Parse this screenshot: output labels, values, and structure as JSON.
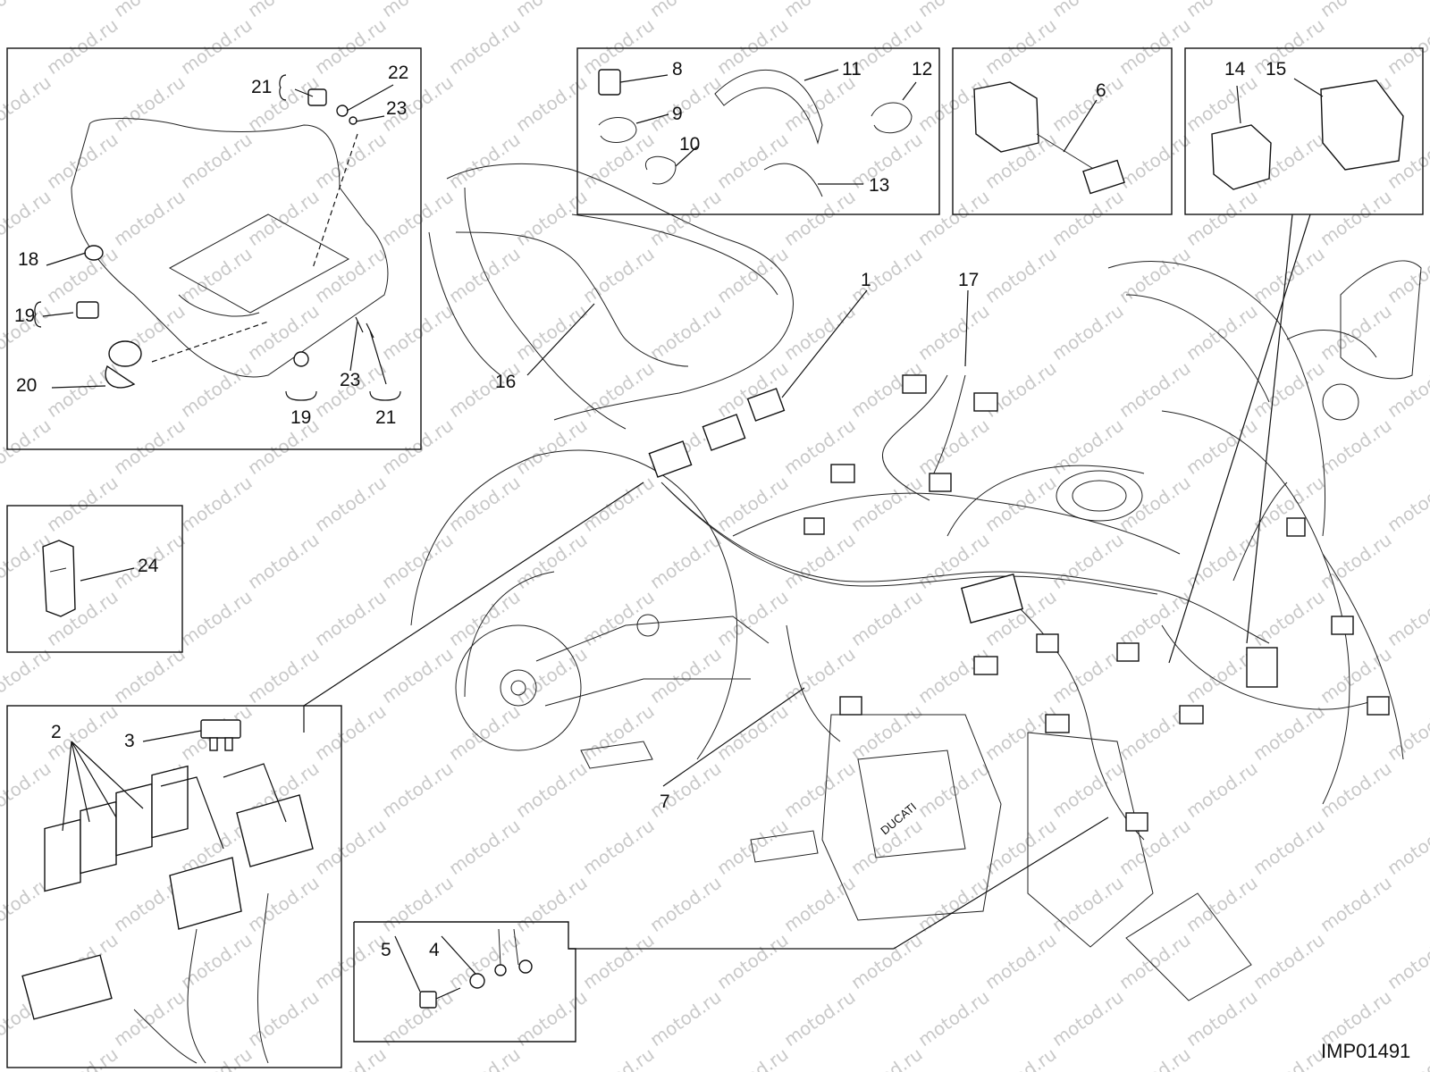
{
  "figure": {
    "code": "IMP01491",
    "watermark": "motod.ru"
  },
  "callouts": [
    "1",
    "2",
    "3",
    "4",
    "5",
    "6",
    "7",
    "8",
    "9",
    "10",
    "11",
    "12",
    "13",
    "14",
    "15",
    "16",
    "17",
    "18",
    "19",
    "20",
    "21",
    "22",
    "23",
    "24"
  ],
  "brace_labels": {
    "b19": "19",
    "b21": "21",
    "b23": "23"
  },
  "engine_cover_text": "DUCATI",
  "colors": {
    "line": "#111111",
    "watermark": "#c9c9c9",
    "background": "#ffffff"
  }
}
